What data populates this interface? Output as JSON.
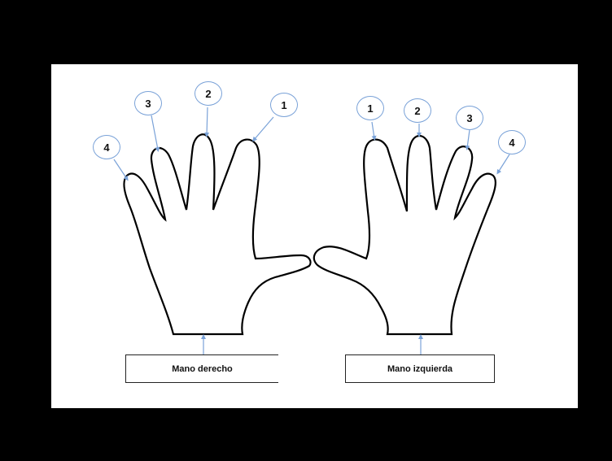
{
  "hands": {
    "right": {
      "caption": "Mano derecho",
      "fingers": [
        "4",
        "3",
        "2",
        "1"
      ]
    },
    "left": {
      "caption": "Mano izquierda",
      "fingers": [
        "1",
        "2",
        "3",
        "4"
      ]
    }
  },
  "colors": {
    "background": "#000000",
    "sheet": "#ffffff",
    "outline": "#000000",
    "arrow": "#7aa2d8"
  }
}
